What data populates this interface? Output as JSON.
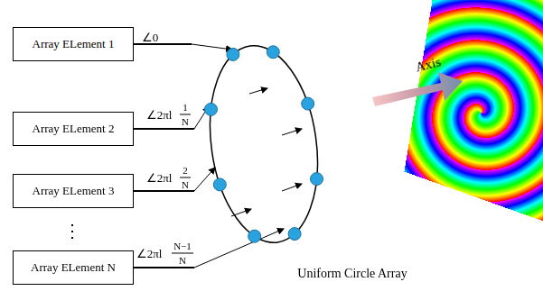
{
  "diagram": {
    "nodes": [
      {
        "text": [
          "Array ELement 1"
        ]
      },
      {
        "text": [
          "Array ELement 2"
        ]
      },
      {
        "text": [
          "Array ELement 3"
        ]
      },
      {
        "text": [
          "Array ELement N"
        ]
      }
    ],
    "labels": [
      "∠0",
      "∠2πl",
      "1",
      "N",
      "∠2πl",
      "2",
      "N",
      "⋮",
      "∠2πl",
      "N−1",
      "N",
      "Uniform Circle Array",
      "Axis"
    ]
  }
}
